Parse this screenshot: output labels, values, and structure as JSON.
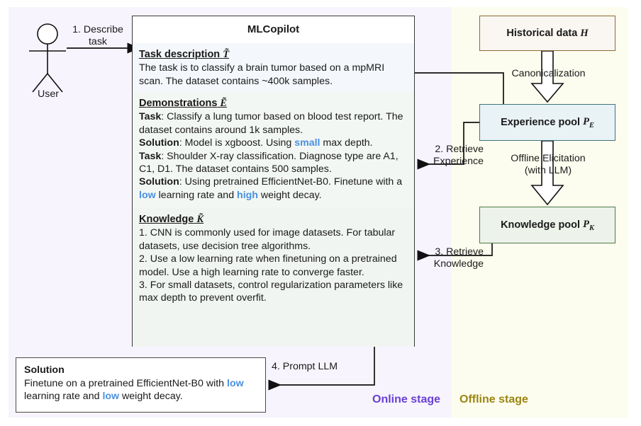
{
  "stages": {
    "online_label": "Online stage",
    "offline_label": "Offline stage",
    "online_color": "#6a3fd4",
    "offline_color": "#9a8510"
  },
  "actor": {
    "label": "User",
    "icon": "stick-figure-icon"
  },
  "steps": {
    "step1": "1. Describe\ntask",
    "step1_line1": "1. Describe",
    "step1_line2": "task",
    "step2_line1": "2. Retrieve",
    "step2_line2": "Experience",
    "step3_line1": "3. Retrieve",
    "step3_line2": "Knowledge",
    "step4": "4. Prompt LLM"
  },
  "mlcopilot": {
    "title": "MLCopilot",
    "task_description": {
      "heading": "Task description",
      "symbol": "T̃",
      "body": "The task is to classify a brain tumor based on a mpMRI scan. The dataset contains ~400k samples."
    },
    "demonstrations": {
      "heading": "Demonstrations",
      "symbol": "Ẽ",
      "lines": [
        {
          "label": "Task",
          "text": ": Classify a lung tumor based on blood test report. The dataset contains around 1k samples."
        },
        {
          "label": "Solution",
          "pre": ": Model is xgboost. Using ",
          "highlight": "small",
          "post": " max depth."
        },
        {
          "label": "Task",
          "text": ": Shoulder X-ray classification. Diagnose type are A1, C1, D1. The dataset contains 500 samples."
        },
        {
          "label": "Solution",
          "pre": ": Using pretrained EfficientNet-B0. Finetune with a ",
          "highlight": "low",
          "mid": " learning rate and ",
          "highlight2": "high",
          "post": " weight decay."
        }
      ]
    },
    "knowledge": {
      "heading": "Knowledge",
      "symbol": "K̃",
      "items": [
        "1. CNN is commonly used for image datasets. For tabular datasets, use decision tree algorithms.",
        "2. Use a low learning rate when finetuning on a pretrained model. Use a high learning rate to converge faster.",
        "3. For small datasets, control regularization parameters like max depth to prevent overfit."
      ]
    }
  },
  "pools": {
    "historical": {
      "label": "Historical data",
      "symbol": "H",
      "border": "#8a6a33",
      "fill": "#faf7f2"
    },
    "experience": {
      "label": "Experience pool",
      "symbol": "P",
      "subscript": "E",
      "border": "#3f737f",
      "fill": "#e9f2f5"
    },
    "knowledge": {
      "label": "Knowledge pool",
      "symbol": "P",
      "subscript": "K",
      "border": "#4c7a43",
      "fill": "#edf3ea"
    }
  },
  "processes": {
    "canonicalization": "Canonicalization",
    "offline_elicitation_line1": "Offline Elicitation",
    "offline_elicitation_line2": "(with LLM)"
  },
  "solution": {
    "title": "Solution",
    "pre": "Finetune on a pretrained EfficientNet-B0 with ",
    "highlight1": "low",
    "mid": " learning rate and ",
    "highlight2": "low",
    "post": " weight decay."
  },
  "colors": {
    "highlight": "#4a90e2",
    "online_band": "#f7f4fd",
    "offline_band": "#fdfdef"
  }
}
